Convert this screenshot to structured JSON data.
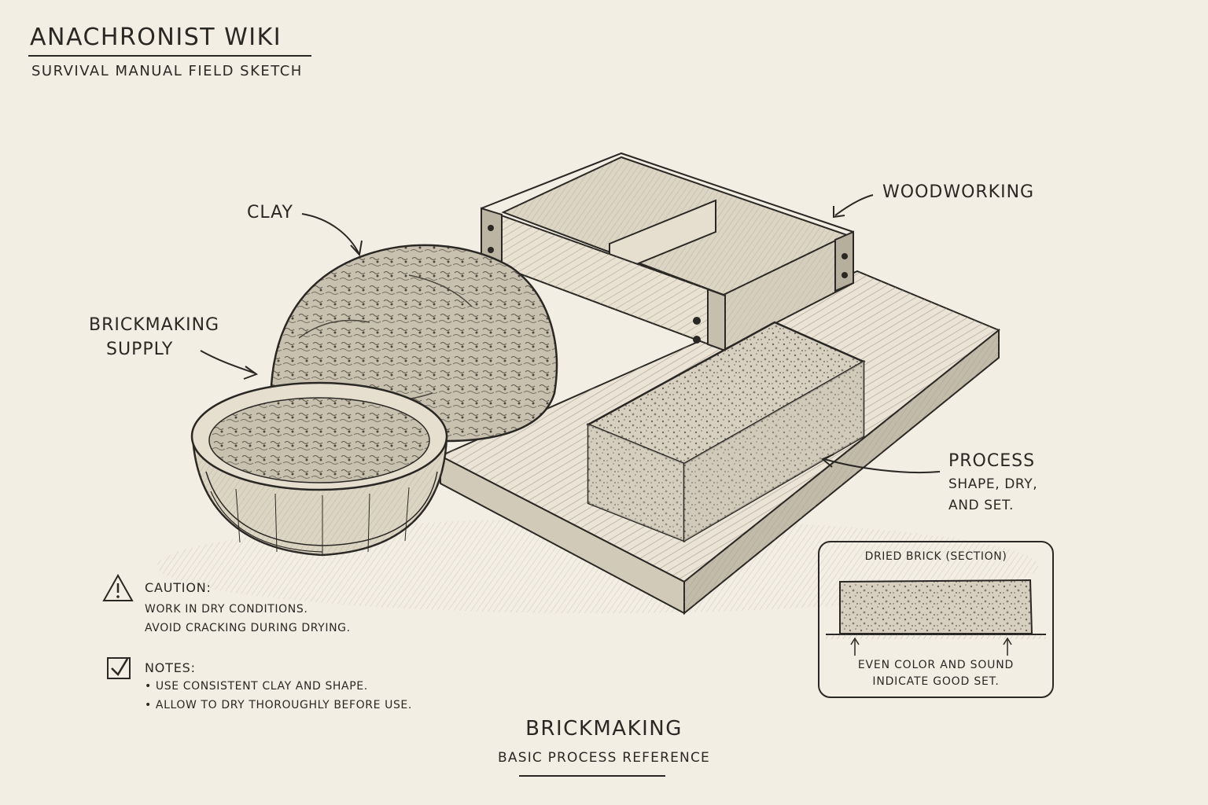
{
  "header": {
    "title": "ANACHRONIST WIKI",
    "subtitle": "SURVIVAL MANUAL FIELD SKETCH"
  },
  "labels": {
    "clay": "CLAY",
    "woodworking": "WOODWORKING",
    "supply_line1": "BRICKMAKING",
    "supply_line2": "SUPPLY",
    "process_title": "PROCESS",
    "process_line1": "SHAPE, DRY,",
    "process_line2": "AND SET."
  },
  "caution": {
    "icon": "warning-triangle-icon",
    "heading": "CAUTION:",
    "lines": [
      "WORK IN DRY CONDITIONS.",
      "AVOID CRACKING DURING DRYING."
    ]
  },
  "notes": {
    "icon": "checkbox-checked-icon",
    "heading": "NOTES:",
    "lines": [
      "• USE CONSISTENT CLAY AND SHAPE.",
      "• ALLOW TO DRY THOROUGHLY BEFORE USE."
    ]
  },
  "inset": {
    "title": "DRIED BRICK (SECTION)",
    "caption_line1": "EVEN COLOR AND SOUND",
    "caption_line2": "INDICATE GOOD SET."
  },
  "footer": {
    "title": "BRICKMAKING",
    "subtitle": "BASIC PROCESS REFERENCE"
  },
  "colors": {
    "paper": "#f3eee3",
    "ink": "#2a2824",
    "shade": "#b9b2a4"
  }
}
